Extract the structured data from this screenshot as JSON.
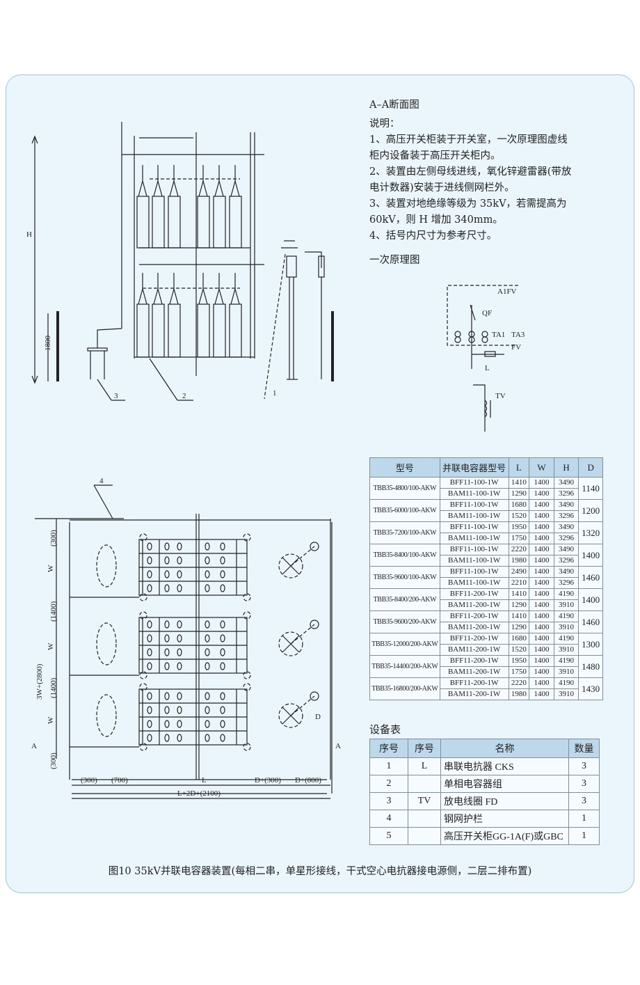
{
  "notes": {
    "section_title": "A–A断面图",
    "heading": "说明：",
    "lines": [
      "1、高压开关柜装于开关室，一次原理图虚线",
      "柜内设备装于高压开关柜内。",
      "2、装置由左侧母线进线，氧化锌避雷器(带放",
      "电计数器)安装于进线侧网栏外。",
      "3、装置对地绝缘等级为 35kV，若需提高为",
      "60kV，则 H 增加 340mm。",
      "4、括号内尺寸为参考尺寸。"
    ],
    "schematic_title": "一次原理图"
  },
  "schematic": {
    "labels": [
      "QF",
      "TA1",
      "TA3",
      "TV",
      "L",
      "FV",
      "A1FV"
    ]
  },
  "section_drawing": {
    "labels": {
      "H": "H",
      "h1800": "1800",
      "item1": "1",
      "item2": "2",
      "item3": "3"
    }
  },
  "plan_drawing": {
    "labels": {
      "item4": "4",
      "top300": "(300)",
      "w1": "W",
      "gap1": "(1400)",
      "w2": "W",
      "gap2": "(1400)",
      "w3": "W",
      "bot300": "(300)",
      "total_h": "3W+(2800)",
      "b300": "(300)",
      "b700": "(700)",
      "bL": "L",
      "bD300": "D+(300)",
      "bD800": "D+(800)",
      "total_w": "L+2D+(2100)",
      "D": "D",
      "A1": "A",
      "A2": "A"
    }
  },
  "spec_table": {
    "headers": [
      "型号",
      "并联电容器型号",
      "L",
      "W",
      "H",
      "D"
    ],
    "groups": [
      {
        "model": "TBB35-4800/100-AKW",
        "D": "1140",
        "rows": [
          [
            "BFF11-100-1W",
            "1410",
            "1400",
            "3490"
          ],
          [
            "BAM11-100-1W",
            "1290",
            "1400",
            "3296"
          ]
        ]
      },
      {
        "model": "TBB35-6000/100-AKW",
        "D": "1200",
        "rows": [
          [
            "BFF11-100-1W",
            "1680",
            "1400",
            "3490"
          ],
          [
            "BAM11-100-1W",
            "1520",
            "1400",
            "3296"
          ]
        ]
      },
      {
        "model": "TBB35-7200/100-AKW",
        "D": "1320",
        "rows": [
          [
            "BFF11-100-1W",
            "1950",
            "1400",
            "3490"
          ],
          [
            "BAM11-100-1W",
            "1750",
            "1400",
            "3296"
          ]
        ]
      },
      {
        "model": "TBB35-8400/100-AKW",
        "D": "1400",
        "rows": [
          [
            "BFF11-100-1W",
            "2220",
            "1400",
            "3490"
          ],
          [
            "BAM11-100-1W",
            "1980",
            "1400",
            "3296"
          ]
        ]
      },
      {
        "model": "TBB35-9600/100-AKW",
        "D": "1460",
        "rows": [
          [
            "BFF11-100-1W",
            "2490",
            "1400",
            "3490"
          ],
          [
            "BAM11-100-1W",
            "2210",
            "1400",
            "3296"
          ]
        ]
      },
      {
        "model": "TBB35-8400/200-AKW",
        "D": "1400",
        "rows": [
          [
            "BFF11-200-1W",
            "1410",
            "1400",
            "4190"
          ],
          [
            "BAM11-200-1W",
            "1290",
            "1400",
            "3910"
          ]
        ]
      },
      {
        "model": "TBB35-9600/200-AKW",
        "D": "1460",
        "rows": [
          [
            "BFF11-200-1W",
            "1410",
            "1400",
            "4190"
          ],
          [
            "BAM11-200-1W",
            "1290",
            "1400",
            "3910"
          ]
        ]
      },
      {
        "model": "TBB35-12000/200-AKW",
        "D": "1300",
        "rows": [
          [
            "BFF11-200-1W",
            "1680",
            "1400",
            "4190"
          ],
          [
            "BAM11-200-1W",
            "1520",
            "1400",
            "3910"
          ]
        ]
      },
      {
        "model": "TBB35-14400/200-AKW",
        "D": "1480",
        "rows": [
          [
            "BFF11-200-1W",
            "1950",
            "1400",
            "4190"
          ],
          [
            "BAM11-200-1W",
            "1750",
            "1400",
            "3910"
          ]
        ]
      },
      {
        "model": "TBB35-16800/200-AKW",
        "D": "1430",
        "rows": [
          [
            "BFF11-200-1W",
            "2220",
            "1400",
            "4190"
          ],
          [
            "BAM11-200-1W",
            "1980",
            "1400",
            "3910"
          ]
        ]
      }
    ]
  },
  "equipment": {
    "title": "设备表",
    "headers": [
      "序号",
      "序号",
      "名称",
      "数量"
    ],
    "rows": [
      [
        "1",
        "L",
        "串联电抗器 CKS",
        "3"
      ],
      [
        "2",
        "",
        "单相电容器组",
        "3"
      ],
      [
        "3",
        "TV",
        "放电线圈 FD",
        "3"
      ],
      [
        "4",
        "",
        "钢网护栏",
        "1"
      ],
      [
        "5",
        "",
        "高压开关柜GG-1A(F)或GBC",
        "1"
      ]
    ]
  },
  "caption": "图10 35kV并联电容器装置(每相二串，单星形接线，干式空心电抗器接电源侧，二层二排布置)"
}
